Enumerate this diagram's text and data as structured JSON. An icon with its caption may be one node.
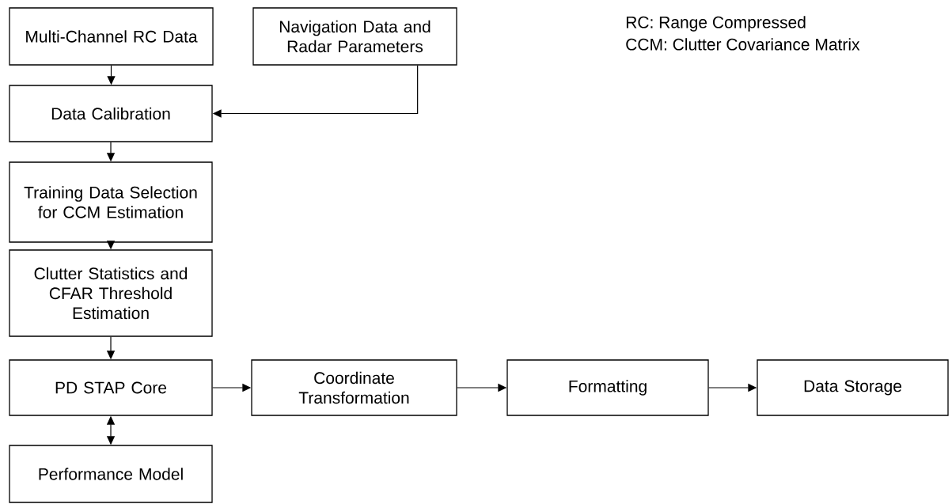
{
  "diagram": {
    "nodes": [
      {
        "text": [
          "Multi-Channel RC Data"
        ]
      },
      {
        "text": [
          "Navigation Data and Radar Parameters"
        ]
      },
      {
        "text": [
          "Data Calibration"
        ]
      },
      {
        "text": [
          "Training Data Selection for CCM Estimation"
        ]
      },
      {
        "text": [
          "Clutter Statistics and CFAR Threshold Estimation"
        ]
      },
      {
        "text": [
          "PD STAP Core"
        ]
      },
      {
        "text": [
          "Coordinate Transformation"
        ]
      },
      {
        "text": [
          "Formatting"
        ]
      },
      {
        "text": [
          "Data Storage"
        ]
      },
      {
        "text": [
          "Performance Model"
        ]
      }
    ],
    "edges": [
      {
        "from": 0,
        "to": 2,
        "arrow": "to"
      },
      {
        "from": 1,
        "to": 2,
        "arrow": "to"
      },
      {
        "from": 2,
        "to": 3,
        "arrow": "to"
      },
      {
        "from": 3,
        "to": 4,
        "arrow": "to"
      },
      {
        "from": 4,
        "to": 5,
        "arrow": "to"
      },
      {
        "from": 5,
        "to": 9,
        "arrow": "both"
      },
      {
        "from": 5,
        "to": 6,
        "arrow": "to"
      },
      {
        "from": 6,
        "to": 7,
        "arrow": "to"
      },
      {
        "from": 7,
        "to": 8,
        "arrow": "to"
      }
    ],
    "labels": [
      "RC: Range Compressed",
      "CCM: Clutter Covariance Matrix"
    ]
  }
}
